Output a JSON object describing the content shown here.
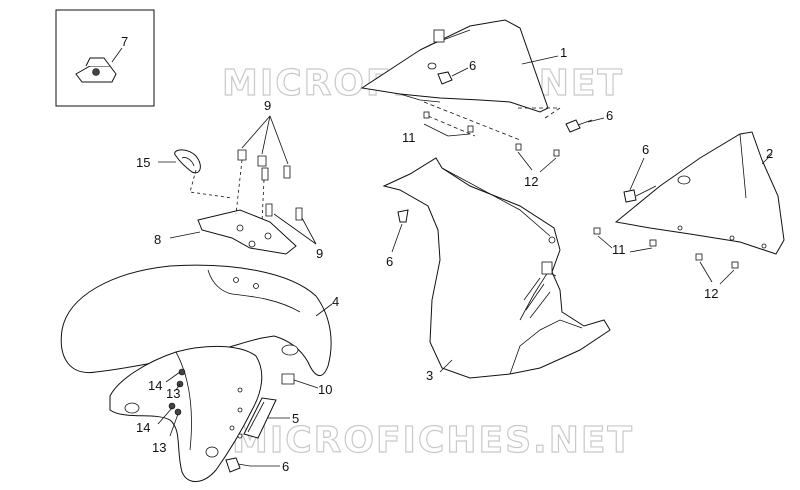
{
  "watermark": "MICROFICHES.NET",
  "callouts": {
    "c1": "1",
    "c2": "2",
    "c3": "3",
    "c4": "4",
    "c5": "5",
    "c6a": "6",
    "c6b": "6",
    "c6c": "6",
    "c6d": "6",
    "c6e": "6",
    "c7": "7",
    "c8": "8",
    "c9a": "9",
    "c9b": "9",
    "c10": "10",
    "c11a": "11",
    "c11b": "11",
    "c12a": "12",
    "c12b": "12",
    "c13a": "13",
    "c13b": "13",
    "c14a": "14",
    "c14b": "14",
    "c15": "15"
  }
}
